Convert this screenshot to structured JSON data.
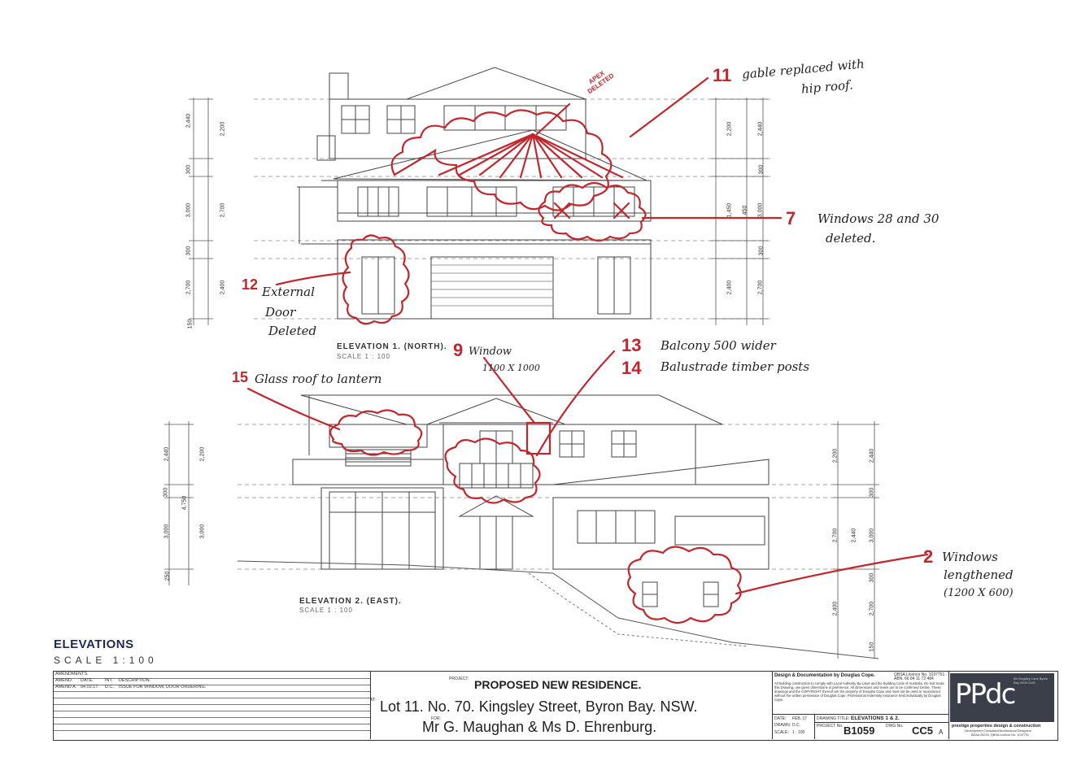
{
  "elevations": {
    "north": {
      "title": "ELEVATION 1. (NORTH).",
      "scale": "SCALE 1 : 100"
    },
    "east": {
      "title": "ELEVATION 2. (EAST).",
      "scale": "SCALE 1 : 100"
    }
  },
  "dimensions": {
    "north_left": [
      "2,440",
      "2,200",
      "300",
      "3,000",
      "2,700",
      "300",
      "2,700",
      "2,400",
      "150"
    ],
    "north_right": [
      "2,200",
      "2,440",
      "300",
      "1,450",
      "450",
      "3,000",
      "300",
      "2,400",
      "2,700"
    ],
    "east_left": [
      "2,440",
      "2,200",
      "300",
      "4,750",
      "3,000",
      "3,000",
      "250"
    ],
    "east_right": [
      "2,200",
      "2,440",
      "300",
      "2,700",
      "2,440",
      "3,000",
      "300",
      "2,400",
      "2,700",
      "150"
    ]
  },
  "annotations": {
    "n11": "11",
    "apex": "APEX DELETED",
    "gable": [
      "gable replaced with",
      "hip roof."
    ],
    "n7": "7",
    "windows28": [
      "Windows 28 and 30",
      "deleted."
    ],
    "n12": "12",
    "ext_door": [
      "External",
      "Door",
      "Deleted"
    ],
    "n9": "9",
    "window": [
      "Window",
      "1100 X 1000"
    ],
    "n13": "13",
    "n14": "14",
    "balcony": "Balcony 500 wider",
    "balustrade": "Balustrade timber posts",
    "n15": "15",
    "glass_roof": "Glass roof to lantern",
    "n2": "2",
    "windows_len": [
      "Windows",
      "lengthened",
      "(1200 X 600)"
    ]
  },
  "sheet": {
    "heading": "ELEVATIONS",
    "scale": "SCALE 1:100"
  },
  "title_block": {
    "amendments_label": "AMENDMENTS.",
    "amend_headers": [
      "AMEND.",
      "DATE.",
      "INT.",
      "DESCRIPTION."
    ],
    "amend_row": [
      "AMEND A.",
      "04.02.17.",
      "D.C.",
      "ISSUE FOR WINDOW, DOOR ORDERING."
    ],
    "project_label": "PROJECT:",
    "project": "PROPOSED NEW RESIDENCE.",
    "at_label": "AT:",
    "address": "Lot 11. No. 70. Kingsley Street, Byron Bay. NSW.",
    "for_label": "FOR:",
    "client": "Mr G. Maughan & Ms D. Ehrenburg.",
    "design_by": "Design & Documentation by Douglas Cope.",
    "qbsa": "QBSA Licence No. 1037751",
    "abn": "ABN. 66 84 11 72 484",
    "disclaimer": "All building construction to comply with Local Authority By-Laws and the Building Code of Australia. Do Not Scale this Drawing, use given dimensions in preference. All dimensions and levels are to be confirmed Onsite. These drawings and the COPYRIGHT thereof are the property of Douglas Cope and must not be used or reproduced without the written permission of Douglas Cope. Professional Indemnity Insurance held individually by Douglas Cope.",
    "date_label": "DATE:",
    "date": "FEB. 17",
    "drawn_label": "DRAWN:",
    "drawn": "D.C.",
    "scale_label": "SCALE:",
    "scale": "1 : 100",
    "drawing_title_label": "DRAWING TITLE:",
    "drawing_title": "ELEVATIONS 1 & 2.",
    "project_no_label": "PROJECT No.",
    "project_no": "B1059",
    "dwg_no_label": "DWG No.",
    "dwg_no": "CC5",
    "rev": "A",
    "logo": "PPdc",
    "company": "prestige properties design & construction",
    "company_sub": "Development Consultant/Architectural Designers",
    "company_sub2": "BDAA 25233, QBSA Licence No. 1037751",
    "logo_note": "85 Kingsley Lane Byron Bay 0409 2481"
  }
}
